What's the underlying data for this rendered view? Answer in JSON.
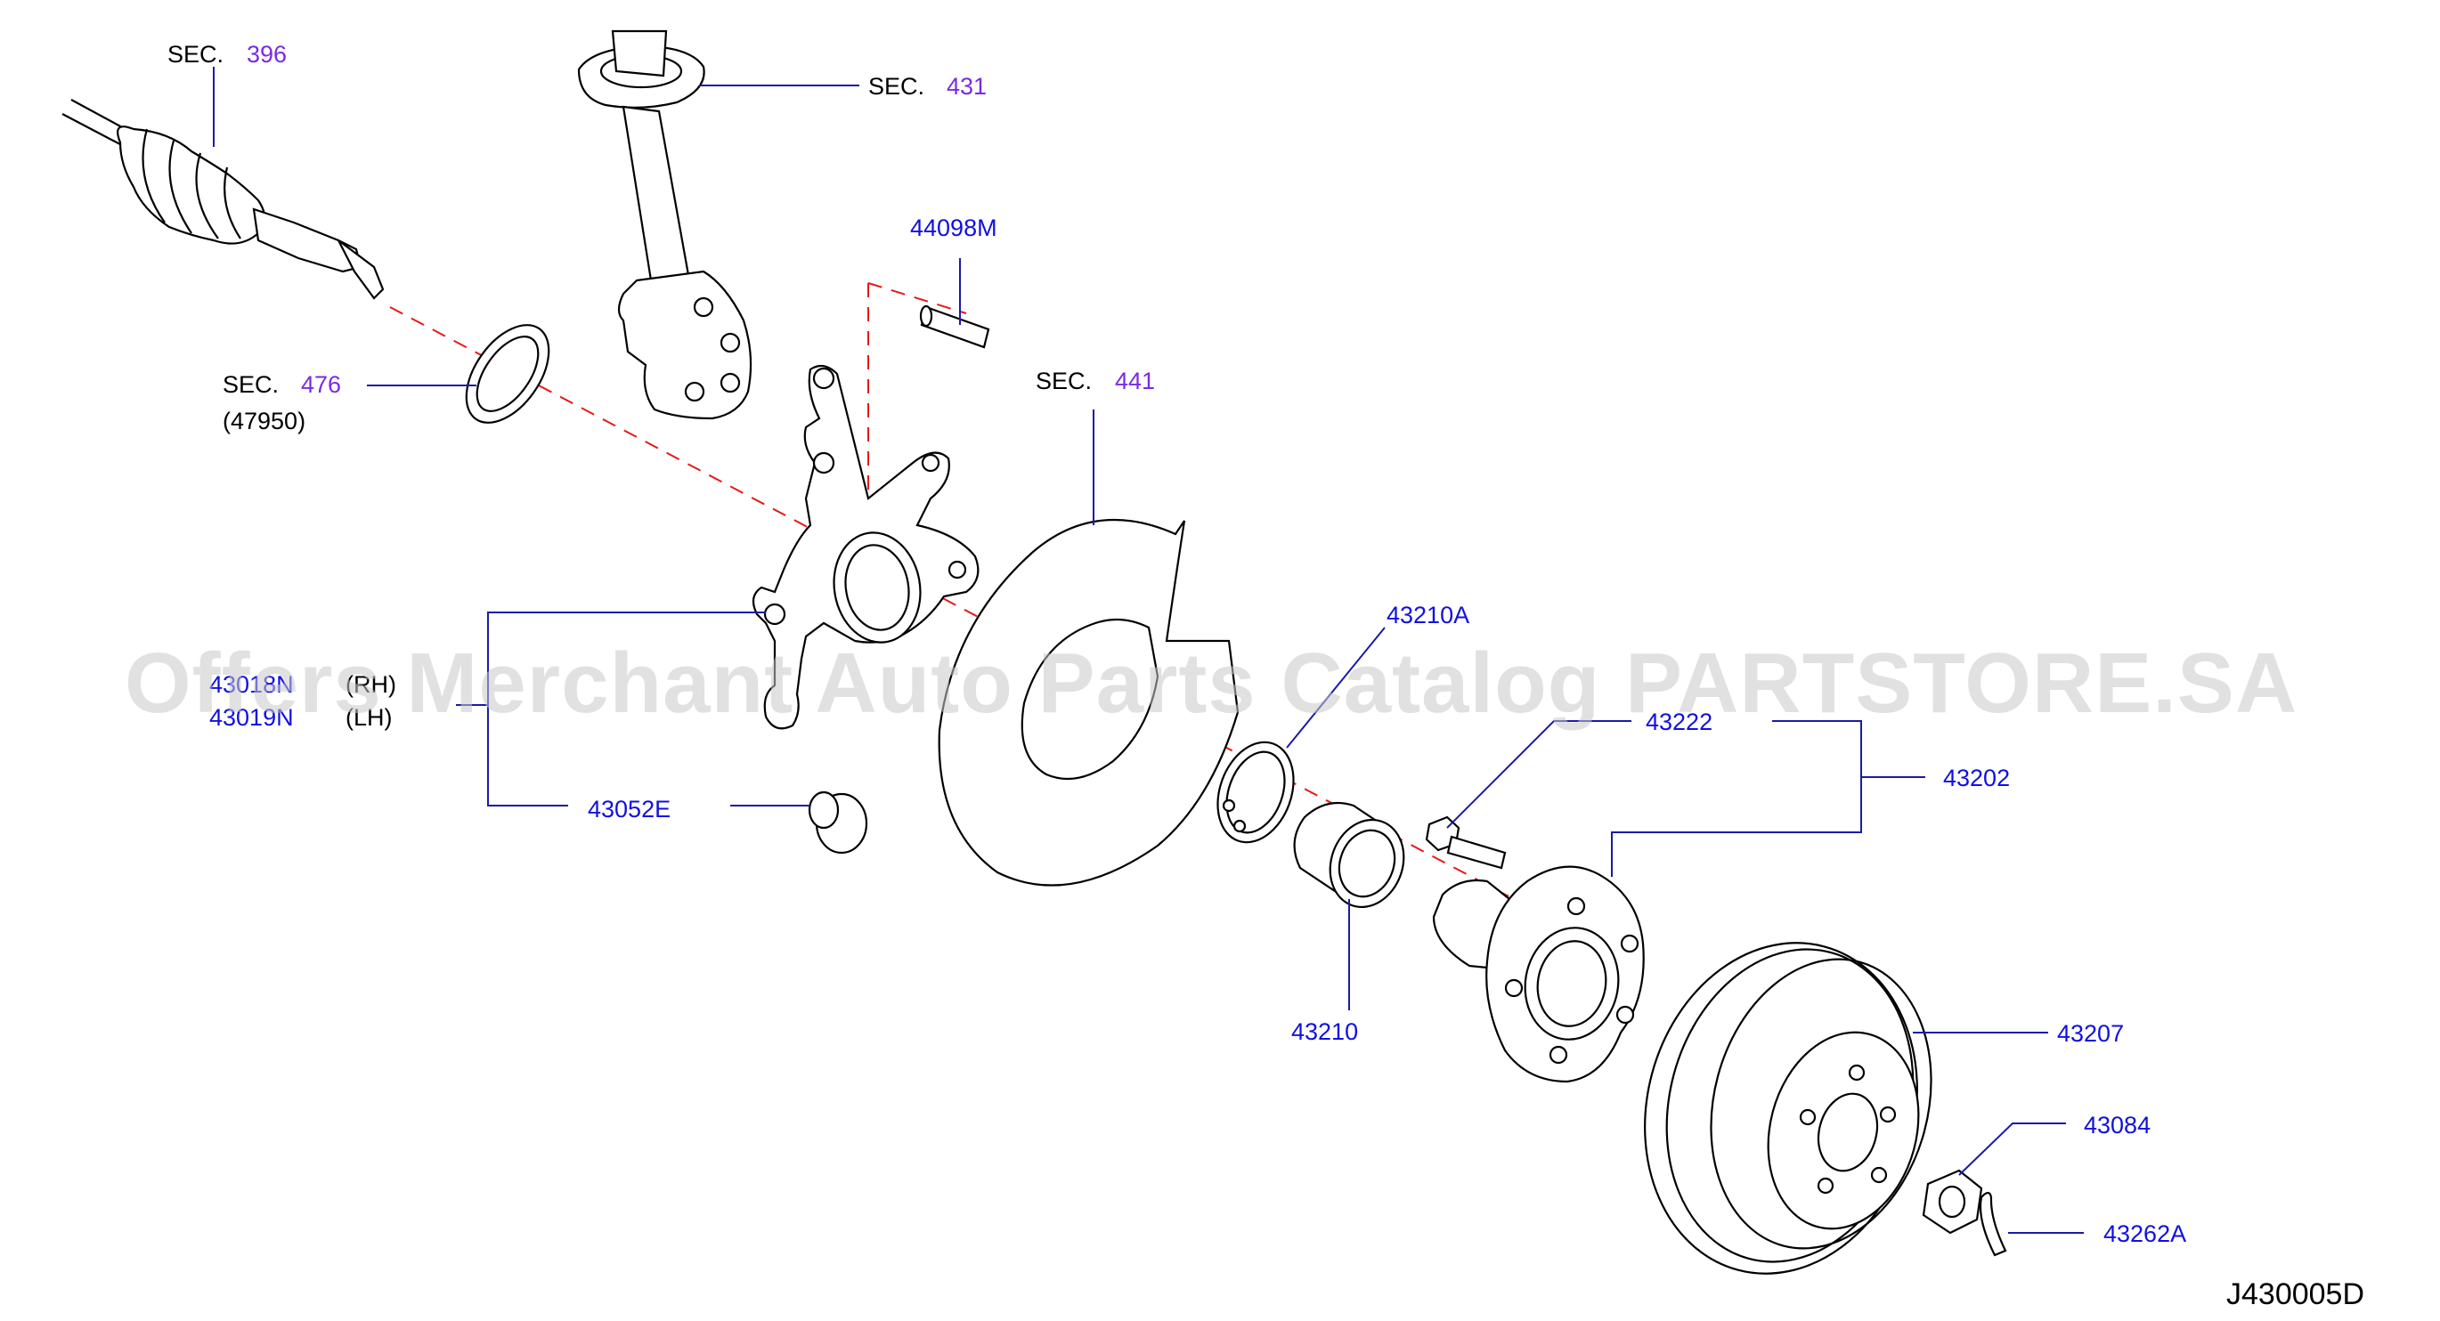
{
  "labels": {
    "sec396": {
      "prefix": "SEC.",
      "num": "396"
    },
    "sec431": {
      "prefix": "SEC.",
      "num": "431"
    },
    "sec476": {
      "prefix": "SEC.",
      "num": "476",
      "sub": "(47950)"
    },
    "sec441": {
      "prefix": "SEC.",
      "num": "441"
    },
    "p44098M": "44098M",
    "p43018N": "43018N",
    "p43019N": "43019N",
    "rh": "(RH)",
    "lh": "(LH)",
    "p43052E": "43052E",
    "p43210A": "43210A",
    "p43210": "43210",
    "p43222": "43222",
    "p43202": "43202",
    "p43207": "43207",
    "p43084": "43084",
    "p43262A": "43262A"
  },
  "diagram_code": "J430005D",
  "watermark": "Offers Merchant Auto Parts Catalog PARTSTORE.SA",
  "colors": {
    "sec_number": "#7a2be2",
    "part_number": "#1010e0",
    "leader": "#1a1aa8",
    "axis_dash": "#e81818"
  }
}
